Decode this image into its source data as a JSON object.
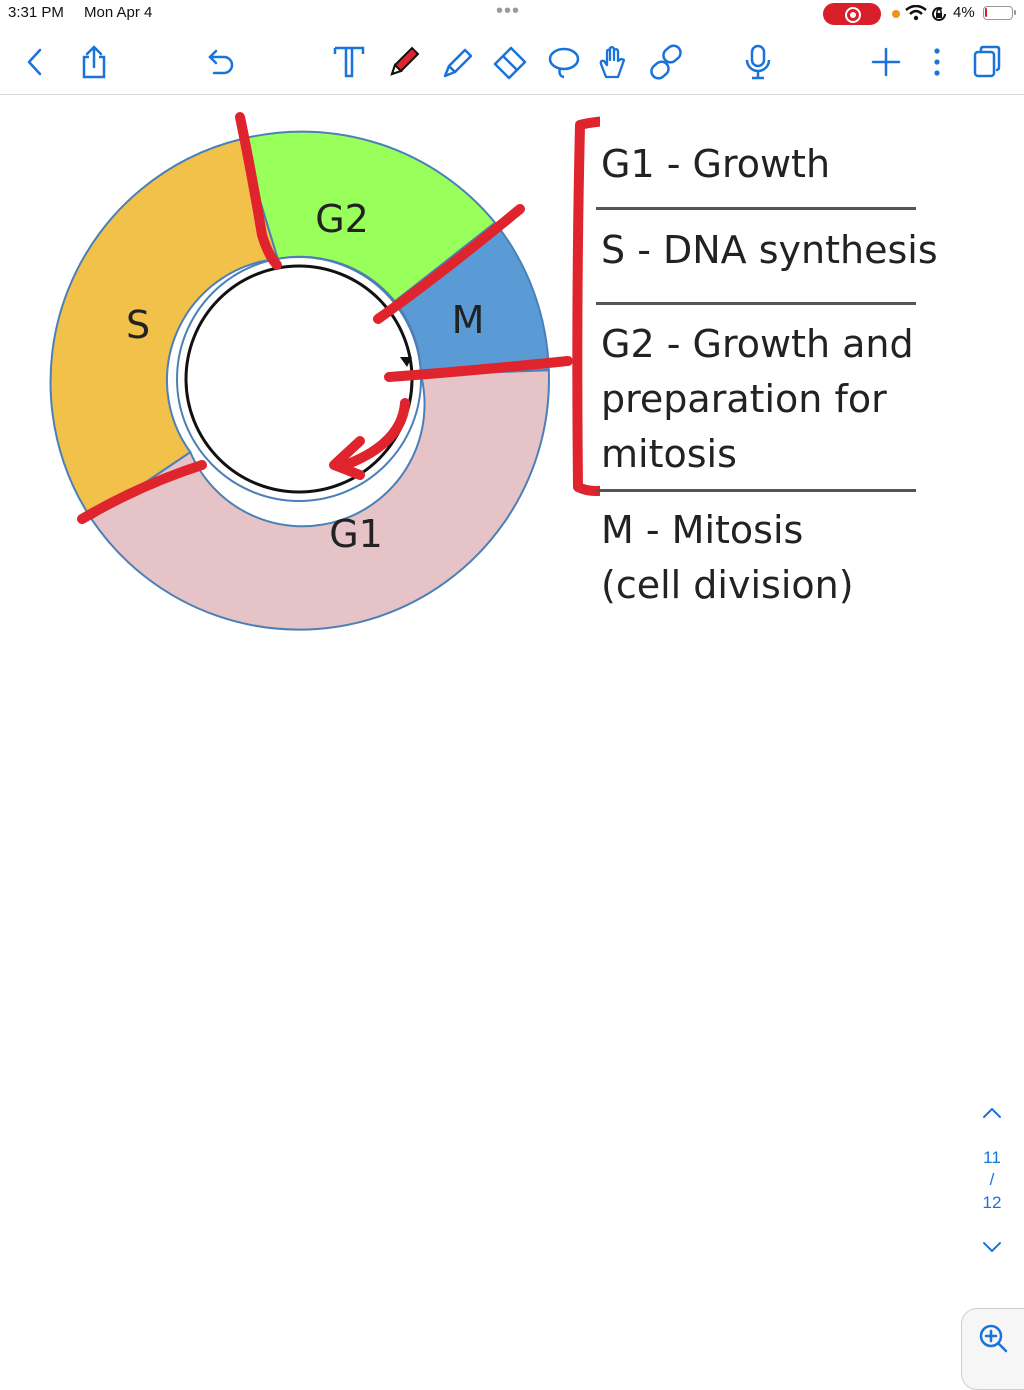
{
  "status_bar": {
    "time": "3:31 PM",
    "date": "Mon Apr 4",
    "battery": "4%",
    "icons": [
      "record-icon",
      "wifi-icon",
      "orientation-lock-icon",
      "battery-icon"
    ]
  },
  "toolbar": {
    "tools": [
      "back-icon",
      "share-icon",
      "undo-icon",
      "text-tool-icon",
      "pen-icon",
      "highlighter-icon",
      "eraser-icon",
      "lasso-icon",
      "hand-icon",
      "link-icon",
      "microphone-icon",
      "add-icon",
      "more-icon",
      "pages-icon"
    ],
    "accent": "#1a73d9"
  },
  "diagram": {
    "segments": [
      {
        "label": "G2",
        "color": "#99ff5a"
      },
      {
        "label": "M",
        "color": "#5b9bd5"
      },
      {
        "label": "G1",
        "color": "#e6c3c6"
      },
      {
        "label": "S",
        "color": "#f2c14a"
      }
    ],
    "annotation_color": "#e0242e"
  },
  "legend": {
    "items": [
      {
        "lines": [
          "G1 - Growth"
        ]
      },
      {
        "lines": [
          "S - DNA synthesis"
        ]
      },
      {
        "lines": [
          "G2 - Growth and",
          "preparation for",
          "mitosis"
        ]
      },
      {
        "lines": [
          "M - Mitosis",
          "(cell division)"
        ]
      }
    ]
  },
  "pager": {
    "current": "11",
    "separator": "/",
    "total": "12"
  }
}
